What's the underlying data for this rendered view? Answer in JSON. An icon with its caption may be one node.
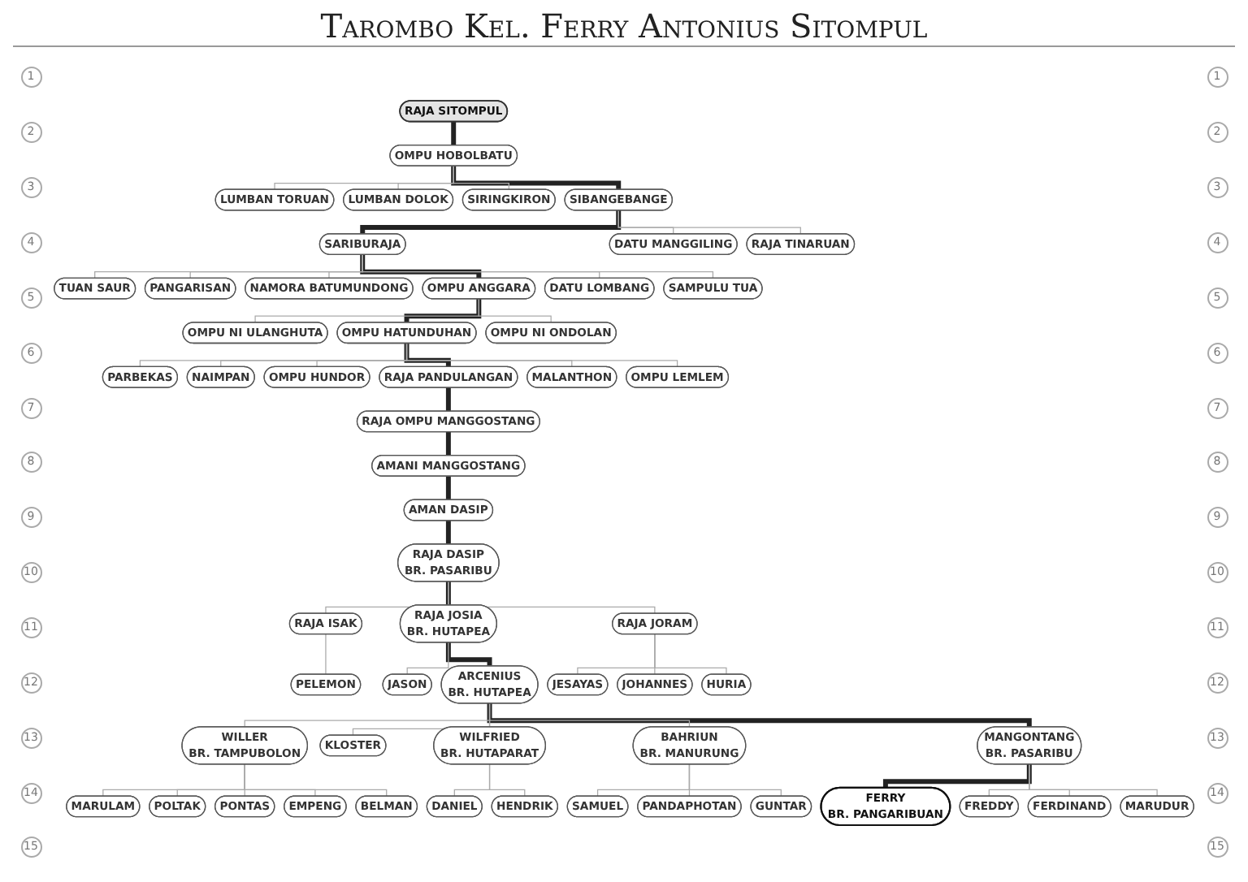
{
  "diagram": {
    "title": "Tarombo Kel. Ferry Antonius Sitompul",
    "nodes": [
      {
        "text": [
          "RAJA SITOMPUL"
        ]
      },
      {
        "text": [
          "OMPU HOBOLBATU"
        ]
      },
      {
        "text": [
          "LUMBAN TORUAN"
        ]
      },
      {
        "text": [
          "LUMBAN DOLOK"
        ]
      },
      {
        "text": [
          "SIRINGKIRON"
        ]
      },
      {
        "text": [
          "SIBANGEBANGE"
        ]
      },
      {
        "text": [
          "SARIBURAJA"
        ]
      },
      {
        "text": [
          "DATU MANGGILING"
        ]
      },
      {
        "text": [
          "RAJA TINARUAN"
        ]
      },
      {
        "text": [
          "TUAN SAUR"
        ]
      },
      {
        "text": [
          "PANGARISAN"
        ]
      },
      {
        "text": [
          "NAMORA BATUMUNDONG"
        ]
      },
      {
        "text": [
          "OMPU ANGGARA"
        ]
      },
      {
        "text": [
          "DATU LOMBANG"
        ]
      },
      {
        "text": [
          "SAMPULU TUA"
        ]
      },
      {
        "text": [
          "OMPU NI ULANGHUTA"
        ]
      },
      {
        "text": [
          "OMPU HATUNDUHAN"
        ]
      },
      {
        "text": [
          "OMPU NI ONDOLAN"
        ]
      },
      {
        "text": [
          "PARBEKAS"
        ]
      },
      {
        "text": [
          "NAIMPAN"
        ]
      },
      {
        "text": [
          "OMPU HUNDOR"
        ]
      },
      {
        "text": [
          "RAJA PANDULANGAN"
        ]
      },
      {
        "text": [
          "MALANTHON"
        ]
      },
      {
        "text": [
          "OMPU LEMLEM"
        ]
      },
      {
        "text": [
          "RAJA OMPU MANGGOSTANG"
        ]
      },
      {
        "text": [
          "AMANI MANGGOSTANG"
        ]
      },
      {
        "text": [
          "AMAN DASIP"
        ]
      },
      {
        "text": [
          "RAJA DASIP",
          "BR. PASARIBU"
        ]
      },
      {
        "text": [
          "RAJA ISAK"
        ]
      },
      {
        "text": [
          "RAJA JOSIA",
          "BR. HUTAPEA"
        ]
      },
      {
        "text": [
          "RAJA JORAM"
        ]
      },
      {
        "text": [
          "PELEMON"
        ]
      },
      {
        "text": [
          "JASON"
        ]
      },
      {
        "text": [
          "ARCENIUS",
          "BR. HUTAPEA"
        ]
      },
      {
        "text": [
          "JESAYAS"
        ]
      },
      {
        "text": [
          "JOHANNES"
        ]
      },
      {
        "text": [
          "HURIA"
        ]
      },
      {
        "text": [
          "WILLER",
          "BR. TAMPUBOLON"
        ]
      },
      {
        "text": [
          "KLOSTER"
        ]
      },
      {
        "text": [
          "WILFRIED",
          "BR. HUTAPARAT"
        ]
      },
      {
        "text": [
          "BAHRIUN",
          "BR. MANURUNG"
        ]
      },
      {
        "text": [
          "MANGONTANG",
          "BR. PASARIBU"
        ]
      },
      {
        "text": [
          "MARULAM"
        ]
      },
      {
        "text": [
          "POLTAK"
        ]
      },
      {
        "text": [
          "PONTAS"
        ]
      },
      {
        "text": [
          "EMPENG"
        ]
      },
      {
        "text": [
          "BELMAN"
        ]
      },
      {
        "text": [
          "DANIEL"
        ]
      },
      {
        "text": [
          "HENDRIK"
        ]
      },
      {
        "text": [
          "SAMUEL"
        ]
      },
      {
        "text": [
          "PANDAPHOTAN"
        ]
      },
      {
        "text": [
          "GUNTAR"
        ]
      },
      {
        "text": [
          "FERRY",
          "BR. PANGARIBUAN"
        ]
      },
      {
        "text": [
          "FREDDY"
        ]
      },
      {
        "text": [
          "FERDINAND"
        ]
      },
      {
        "text": [
          "MARUDUR"
        ]
      }
    ],
    "edges": [
      {
        "from": 0,
        "to": 1,
        "arrow": "none",
        "style": "thick",
        "color": "#222222"
      },
      {
        "from": 1,
        "to": 2,
        "arrow": "none"
      },
      {
        "from": 1,
        "to": 3,
        "arrow": "none"
      },
      {
        "from": 1,
        "to": 4,
        "arrow": "none"
      },
      {
        "from": 1,
        "to": 5,
        "arrow": "none",
        "style": "thick",
        "color": "#222222"
      },
      {
        "from": 5,
        "to": 6,
        "arrow": "none",
        "style": "thick",
        "color": "#222222"
      },
      {
        "from": 5,
        "to": 7,
        "arrow": "none"
      },
      {
        "from": 5,
        "to": 8,
        "arrow": "none"
      },
      {
        "from": 6,
        "to": 9,
        "arrow": "none"
      },
      {
        "from": 6,
        "to": 10,
        "arrow": "none"
      },
      {
        "from": 6,
        "to": 11,
        "arrow": "none"
      },
      {
        "from": 6,
        "to": 12,
        "arrow": "none",
        "style": "thick",
        "color": "#222222"
      },
      {
        "from": 6,
        "to": 13,
        "arrow": "none"
      },
      {
        "from": 6,
        "to": 14,
        "arrow": "none"
      },
      {
        "from": 12,
        "to": 15,
        "arrow": "none"
      },
      {
        "from": 12,
        "to": 16,
        "arrow": "none",
        "style": "thick",
        "color": "#222222"
      },
      {
        "from": 12,
        "to": 17,
        "arrow": "none"
      },
      {
        "from": 16,
        "to": 18,
        "arrow": "none"
      },
      {
        "from": 16,
        "to": 19,
        "arrow": "none"
      },
      {
        "from": 16,
        "to": 20,
        "arrow": "none"
      },
      {
        "from": 16,
        "to": 21,
        "arrow": "none",
        "style": "thick",
        "color": "#222222"
      },
      {
        "from": 16,
        "to": 22,
        "arrow": "none"
      },
      {
        "from": 16,
        "to": 23,
        "arrow": "none"
      },
      {
        "from": 21,
        "to": 24,
        "arrow": "none",
        "style": "thick",
        "color": "#222222"
      },
      {
        "from": 24,
        "to": 25,
        "arrow": "none",
        "style": "thick",
        "color": "#222222"
      },
      {
        "from": 25,
        "to": 26,
        "arrow": "none",
        "style": "thick",
        "color": "#222222"
      },
      {
        "from": 26,
        "to": 27,
        "arrow": "none",
        "style": "thick",
        "color": "#222222"
      },
      {
        "from": 27,
        "to": 28,
        "arrow": "none"
      },
      {
        "from": 27,
        "to": 29,
        "arrow": "none",
        "style": "thick",
        "color": "#222222"
      },
      {
        "from": 27,
        "to": 30,
        "arrow": "none"
      },
      {
        "from": 28,
        "to": 31,
        "arrow": "none"
      },
      {
        "from": 29,
        "to": 32,
        "arrow": "none"
      },
      {
        "from": 29,
        "to": 33,
        "arrow": "none",
        "style": "thick",
        "color": "#222222"
      },
      {
        "from": 30,
        "to": 34,
        "arrow": "none"
      },
      {
        "from": 30,
        "to": 35,
        "arrow": "none"
      },
      {
        "from": 30,
        "to": 36,
        "arrow": "none"
      },
      {
        "from": 33,
        "to": 37,
        "arrow": "none"
      },
      {
        "from": 33,
        "to": 38,
        "arrow": "none"
      },
      {
        "from": 33,
        "to": 39,
        "arrow": "none"
      },
      {
        "from": 33,
        "to": 40,
        "arrow": "none"
      },
      {
        "from": 33,
        "to": 41,
        "arrow": "none",
        "style": "thick",
        "color": "#222222"
      },
      {
        "from": 37,
        "to": 42,
        "arrow": "none"
      },
      {
        "from": 37,
        "to": 43,
        "arrow": "none"
      },
      {
        "from": 37,
        "to": 44,
        "arrow": "none"
      },
      {
        "from": 37,
        "to": 45,
        "arrow": "none"
      },
      {
        "from": 37,
        "to": 46,
        "arrow": "none"
      },
      {
        "from": 39,
        "to": 47,
        "arrow": "none"
      },
      {
        "from": 39,
        "to": 48,
        "arrow": "none"
      },
      {
        "from": 40,
        "to": 49,
        "arrow": "none"
      },
      {
        "from": 40,
        "to": 50,
        "arrow": "none"
      },
      {
        "from": 40,
        "to": 51,
        "arrow": "none"
      },
      {
        "from": 41,
        "to": 52,
        "arrow": "none",
        "style": "thick",
        "color": "#222222"
      },
      {
        "from": 41,
        "to": 53,
        "arrow": "none"
      },
      {
        "from": 41,
        "to": 54,
        "arrow": "none"
      },
      {
        "from": 41,
        "to": 55,
        "arrow": "none"
      }
    ],
    "labels": [
      "1",
      "1",
      "2",
      "2",
      "3",
      "3",
      "4",
      "4",
      "5",
      "5",
      "6",
      "6",
      "7",
      "7",
      "8",
      "8",
      "9",
      "9",
      "10",
      "10",
      "11",
      "11",
      "12",
      "12",
      "13",
      "13",
      "14",
      "14",
      "15",
      "15"
    ]
  }
}
